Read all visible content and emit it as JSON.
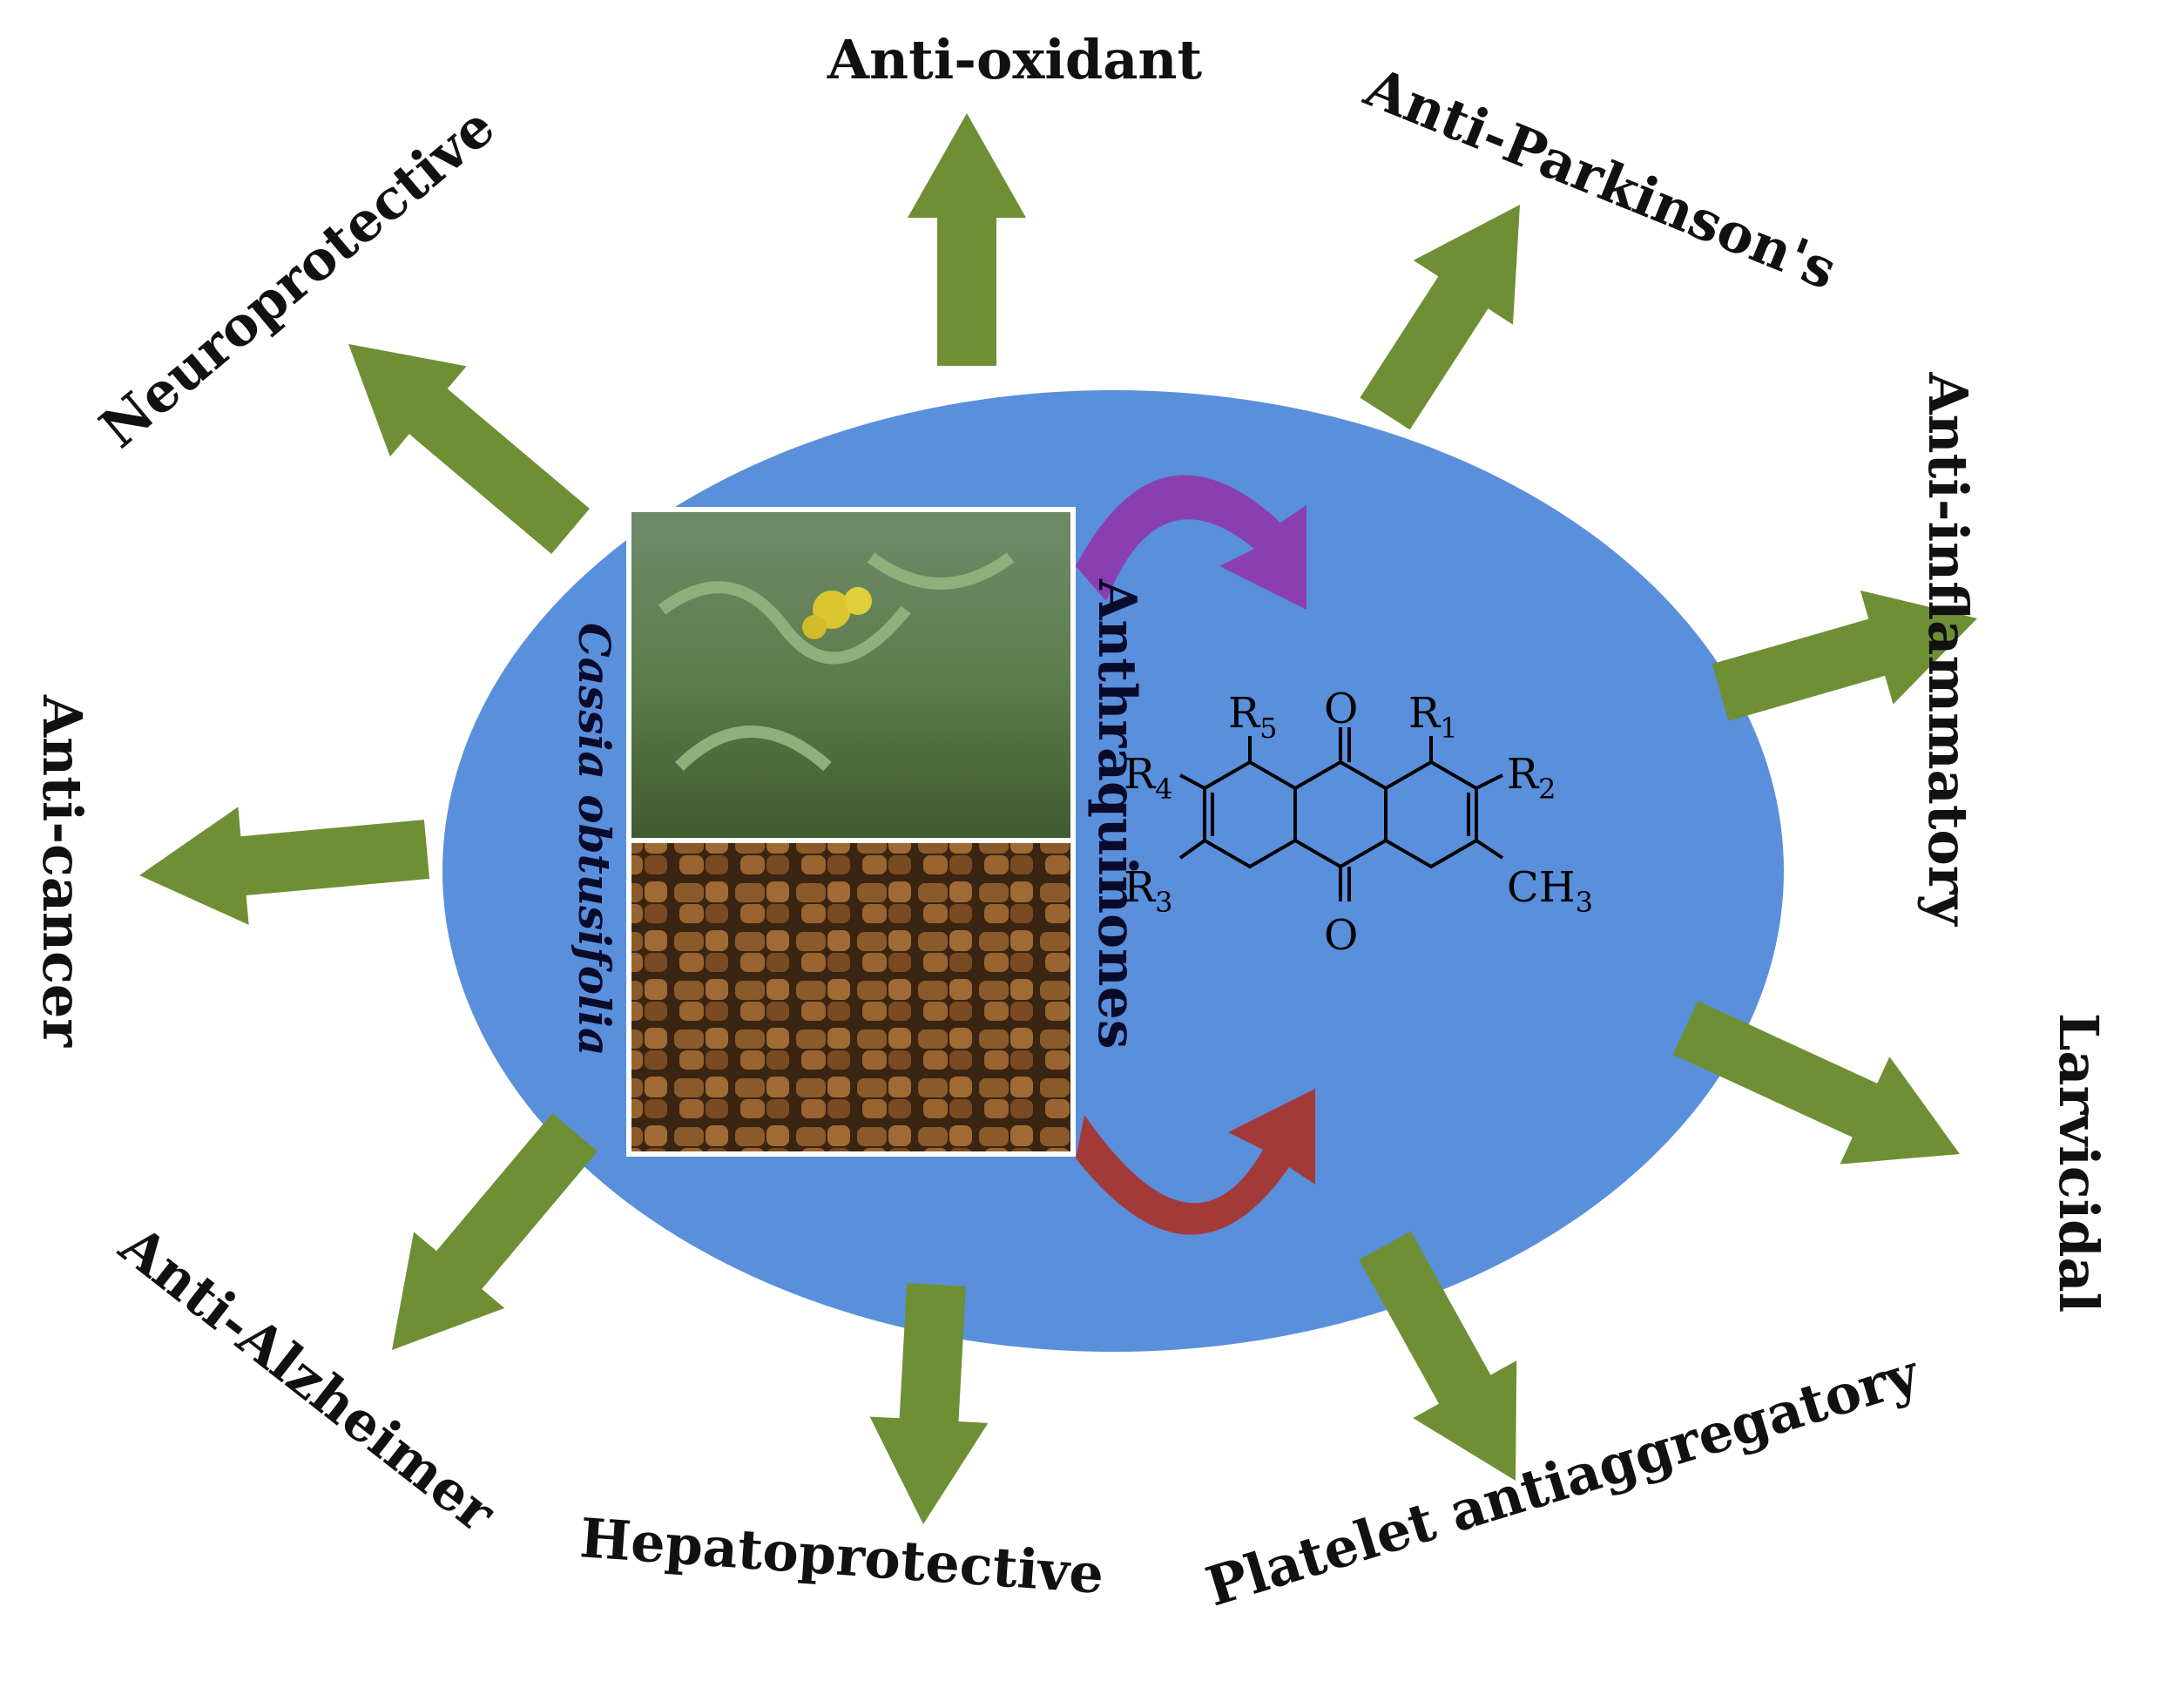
{
  "center": {
    "species": "Cassia obtusifolia",
    "compound_class": "Anthraquinones",
    "structure_labels": {
      "r1": "R",
      "r1_sub": "1",
      "r2": "R",
      "r2_sub": "2",
      "r3": "R",
      "r3_sub": "3",
      "r4": "R",
      "r4_sub": "4",
      "r5": "R",
      "r5_sub": "5",
      "o_top": "O",
      "o_bottom": "O",
      "methyl": "CH",
      "methyl_sub": "3"
    }
  },
  "activities": {
    "anti_oxidant": "Anti-oxidant",
    "anti_parkinsons": "Anti-Parkinson's",
    "anti_inflammatory": "Anti-inflammatory",
    "larvicidal": "Larvicidal",
    "platelet": "Platelet antiaggregatory",
    "hepatoprotective": "Hepatoprotective",
    "anti_alzheimer": "Anti-Alzheimer",
    "anti_cancer": "Anti-cancer",
    "neuroprotective": "Neuroprotective"
  },
  "colors": {
    "ellipse": "#5a8fdb",
    "arrow": "#6f8f35",
    "cycle_top": "#8a3fb0",
    "cycle_bottom": "#a33a3a"
  }
}
